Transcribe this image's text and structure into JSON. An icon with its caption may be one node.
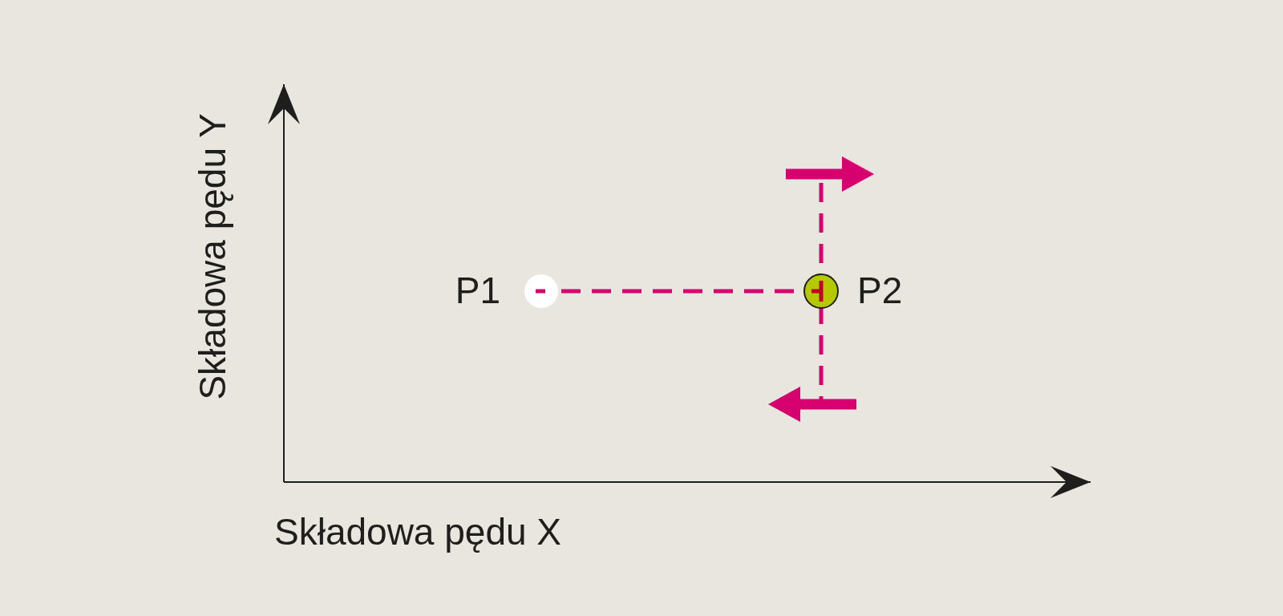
{
  "diagram": {
    "nodes": [
      {
        "text": [],
        "shape": "circle",
        "beside": [
          "P1"
        ]
      },
      {
        "text": [],
        "shape": "circle",
        "beside": [
          "P2"
        ]
      }
    ],
    "edges": [
      {
        "from": 0,
        "to": 1,
        "arrow": "none",
        "style": "dashed"
      }
    ],
    "labels": [
      "Składowa pędu Y",
      "Składowa pędu X"
    ]
  }
}
